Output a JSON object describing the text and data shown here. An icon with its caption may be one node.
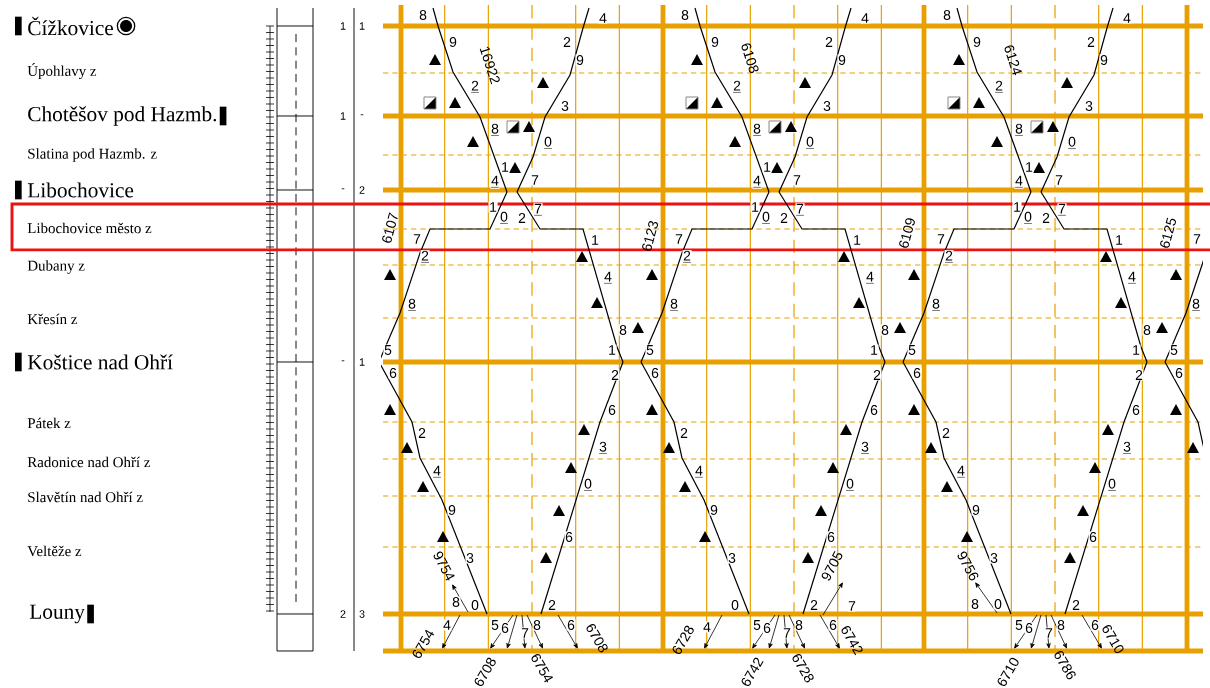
{
  "diagram": {
    "labels": [
      "Čížkovice",
      "Úpohlavy z",
      "Chotěšov pod Hazmb.",
      "Slatina pod Hazmb. z",
      "Libochovice",
      "Libochovice město z",
      "Dubany z",
      "Křesín z",
      "Koštice nad Ohří",
      "Pátek z",
      "Radonice nad Ohří z",
      "Slavětín nad Ohří z",
      "Veltěže z",
      "Louny",
      "1",
      "1",
      "1",
      "-",
      "-",
      "2",
      "-",
      "1",
      "2",
      "3",
      "8",
      "9",
      "2",
      "8",
      "1",
      "4",
      "4",
      "2",
      "9",
      "3",
      "0",
      "7",
      "1",
      "0",
      "2",
      "7",
      "7",
      "2",
      "8",
      "1",
      "4",
      "8",
      "1",
      "5",
      "2",
      "6",
      "2",
      "4",
      "9",
      "3",
      "2",
      "6",
      "3",
      "0",
      "6",
      "5",
      "6",
      "7",
      "8",
      "6",
      "8",
      "9",
      "2",
      "8",
      "1",
      "4",
      "4",
      "2",
      "9",
      "3",
      "0",
      "7",
      "1",
      "0",
      "2",
      "7",
      "7",
      "2",
      "8",
      "1",
      "4",
      "8",
      "1",
      "5",
      "2",
      "6",
      "2",
      "4",
      "9",
      "3",
      "2",
      "6",
      "3",
      "0",
      "6",
      "5",
      "6",
      "7",
      "8",
      "6",
      "8",
      "9",
      "2",
      "8",
      "1",
      "4",
      "4",
      "2",
      "9",
      "3",
      "0",
      "7",
      "1",
      "0",
      "2",
      "7",
      "7",
      "2",
      "8",
      "1",
      "4",
      "8",
      "1",
      "5",
      "2",
      "6",
      "2",
      "4",
      "9",
      "3",
      "2",
      "6",
      "3",
      "0",
      "6",
      "5",
      "6",
      "7",
      "8",
      "6",
      "5",
      "6",
      "7",
      "8",
      "8",
      "0",
      "4",
      "9754",
      "6754",
      "6708",
      "6754",
      "6708",
      "16922",
      "6107",
      "0",
      "7",
      "4",
      "9705",
      "6728",
      "6742",
      "6728",
      "6742",
      "6108",
      "6123",
      "8",
      "0",
      "9756",
      "6710",
      "6786",
      "6710",
      "6124",
      "6109",
      "6125"
    ]
  }
}
